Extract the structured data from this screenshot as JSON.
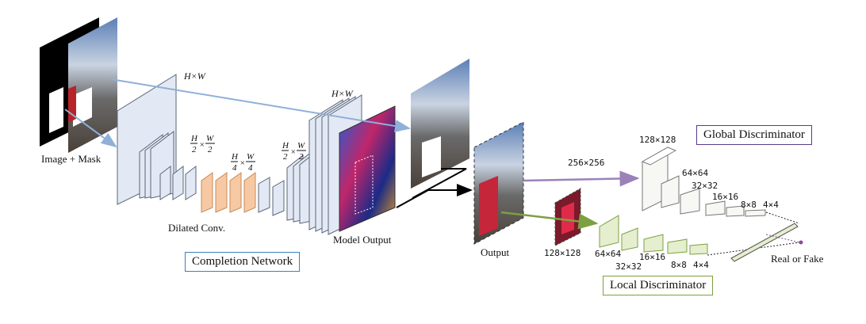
{
  "labels": {
    "image_mask": "Image + Mask",
    "hw_input": "H×W",
    "hw_output": "H×W",
    "dilated": "Dilated Conv.",
    "model_output": "Model Output",
    "output": "Output",
    "global_size": "256×256",
    "local_size": "128×128",
    "real_or_fake": "Real or Fake"
  },
  "fractions": {
    "half": {
      "h": "H",
      "w": "W",
      "d": "2"
    },
    "quarter": {
      "h": "H",
      "w": "W",
      "d": "4"
    },
    "half2": {
      "h": "H",
      "w": "W",
      "d": "2"
    }
  },
  "boxes": {
    "completion_network": "Completion Network",
    "global_discriminator": "Global Discriminator",
    "local_discriminator": "Local Discriminator"
  },
  "global_disc_sizes": [
    "128×128",
    "64×64",
    "32×32",
    "16×16",
    "8×8",
    "4×4"
  ],
  "local_disc_sizes": [
    "64×64",
    "32×32",
    "16×16",
    "8×8",
    "4×4"
  ],
  "colors": {
    "plane_fill": "#e3e9f4",
    "plane_stroke": "#5a6577",
    "dilated_fill": "#f6c9a4",
    "dilated_stroke": "#c88a55",
    "global_fill": "#f7f7f4",
    "local_fill": "#e5eecf",
    "arrow_blue": "#8fb0d8",
    "arrow_purple": "#9a82b8",
    "arrow_green": "#7da040",
    "completion_border": "#3d7fc2",
    "global_border": "#5a3a8a",
    "local_border": "#7da040"
  }
}
